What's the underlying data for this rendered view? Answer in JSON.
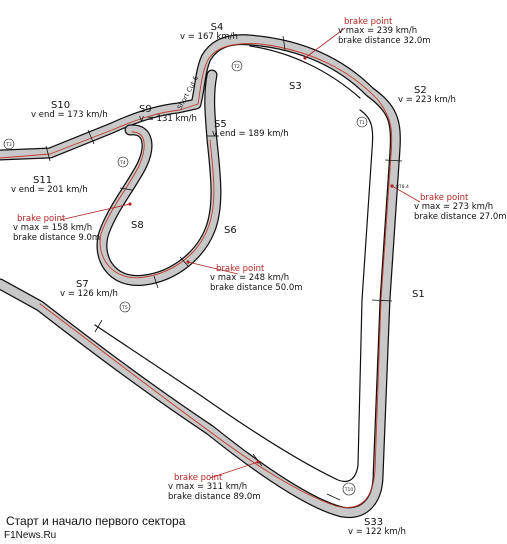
{
  "colors": {
    "track_fill": "#c8c8c8",
    "track_edge": "#111111",
    "racing_line": "#c0392b",
    "brake_point": "#b02424",
    "text": "#111111"
  },
  "sectors": {
    "S1": {
      "name": "S1"
    },
    "S2": {
      "name": "S2",
      "speed": "v = 223 km/h"
    },
    "S3": {
      "name": "S3"
    },
    "S4": {
      "name": "S4",
      "speed": "v = 167 km/h"
    },
    "S5": {
      "name": "S5",
      "speed": "v end = 189 km/h"
    },
    "S6": {
      "name": "S6"
    },
    "S7": {
      "name": "S7",
      "speed": "v = 126 km/h"
    },
    "S8": {
      "name": "S8"
    },
    "S9": {
      "name": "S9",
      "speed": "v = 131 km/h"
    },
    "S10": {
      "name": "S10",
      "speed": "v end = 173 km/h"
    },
    "S11": {
      "name": "S11",
      "speed": "v end = 201 km/h"
    },
    "S33": {
      "name": "S33",
      "speed": "v = 122 km/h"
    }
  },
  "brake_points": [
    {
      "title": "brake point",
      "vmax": "v max = 239 km/h",
      "distance": "brake distance 32.0m"
    },
    {
      "title": "brake point",
      "vmax": "v max = 273 km/h",
      "distance": "brake distance 27.0m"
    },
    {
      "title": "brake point",
      "vmax": "v max = 248 km/h",
      "distance": "brake distance 50.0m"
    },
    {
      "title": "brake point",
      "vmax": "v max = 158 km/h",
      "distance": "brake distance 9.0m"
    },
    {
      "title": "brake point",
      "vmax": "v max = 311 km/h",
      "distance": "brake distance 89.0m"
    }
  ],
  "turn_markers": [
    "T2",
    "T1",
    "T4",
    "T3",
    "T5",
    "T3",
    "T10"
  ],
  "track_labels": {
    "short_cut": "Short Cut 6",
    "marker": "878.4"
  },
  "caption": "Старт и начало первого сектора",
  "credit": "F1News.Ru"
}
